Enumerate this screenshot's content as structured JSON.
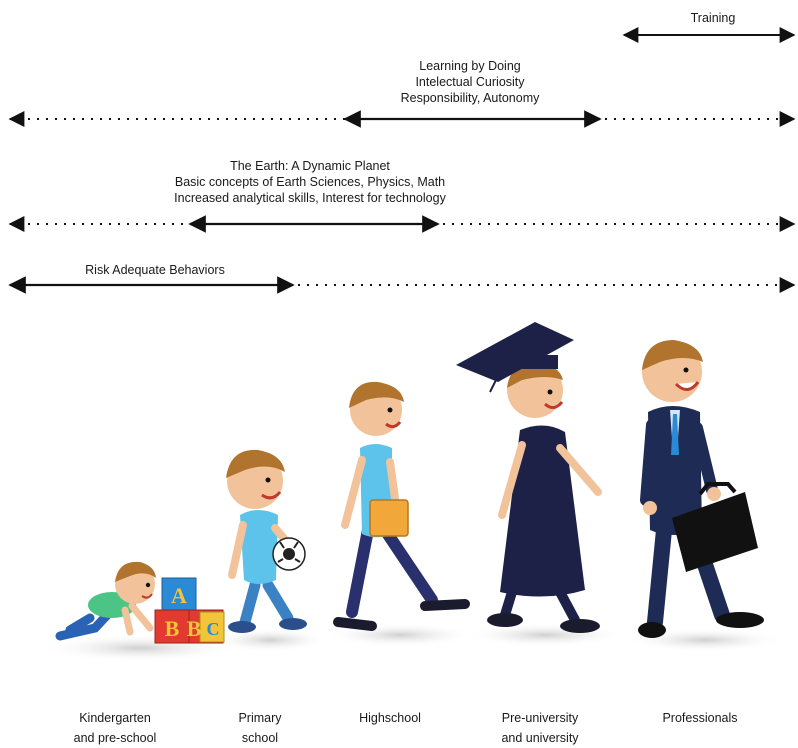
{
  "rows": [
    {
      "id": "training",
      "lines": [
        "Training"
      ]
    },
    {
      "id": "learning",
      "lines": [
        "Learning by Doing",
        "Intelectual Curiosity",
        "Responsibility, Autonomy"
      ]
    },
    {
      "id": "earth",
      "lines": [
        "The Earth: A Dynamic Planet",
        "Basic concepts of Earth Sciences, Physics, Math",
        "Increased analytical skills, Interest for technology"
      ]
    },
    {
      "id": "risk",
      "lines": [
        "Risk Adequate Behaviors"
      ]
    }
  ],
  "stages": [
    {
      "id": "kindergarten",
      "line1": "Kindergarten",
      "line2": "and pre-school"
    },
    {
      "id": "primary",
      "line1": "Primary",
      "line2": "school"
    },
    {
      "id": "highschool",
      "line1": "Highschool",
      "line2": ""
    },
    {
      "id": "preuniversity",
      "line1": "Pre-university",
      "line2": "and university"
    },
    {
      "id": "professionals",
      "line1": "Professionals",
      "line2": ""
    }
  ],
  "blocks": [
    "A",
    "B",
    "B",
    "C"
  ],
  "colors": {
    "ink": "#111111",
    "skin": "#f2c39a",
    "hair": "#b0742e",
    "shirt_primary": "#5ec3ea",
    "suit": "#1e2b55",
    "gown": "#1d2148",
    "block_red": "#e23a2e",
    "block_blue": "#2a8ad6",
    "block_yellow": "#f2c43a",
    "ball": "#222222"
  }
}
